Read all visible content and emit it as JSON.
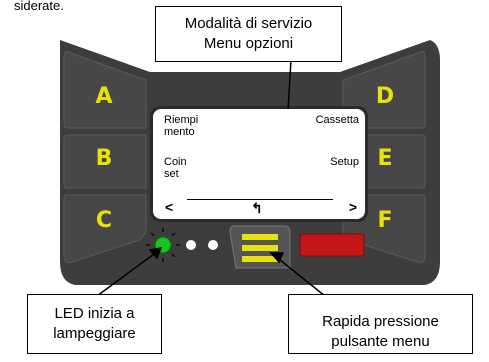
{
  "top_fragment": "siderate.",
  "callouts": {
    "top": {
      "line1": "Modalità di servizio",
      "line2": "Menu opzioni"
    },
    "led": {
      "line1": "LED inizia a",
      "line2": "lampeggiare"
    },
    "menu": {
      "line1": "Rapida pressione",
      "line2": "pulsante menu"
    }
  },
  "keys": {
    "a": "A",
    "b": "B",
    "c": "C",
    "d": "D",
    "e": "E",
    "f": "F"
  },
  "screen": {
    "top_left": {
      "line1": "Riempi",
      "line2": "mento"
    },
    "top_right": "Cassetta",
    "mid_left": {
      "line1": "Coin",
      "line2": "set"
    },
    "mid_right": "Setup",
    "prev": "<",
    "next": ">",
    "back_symbol": "↰"
  },
  "colors": {
    "panel": "#3d3d3d",
    "key": "#474747",
    "key_letter": "#e8e20a",
    "led_green": "#16c41a",
    "menu_button": "#e8e20a",
    "red_button": "#c4161a"
  }
}
